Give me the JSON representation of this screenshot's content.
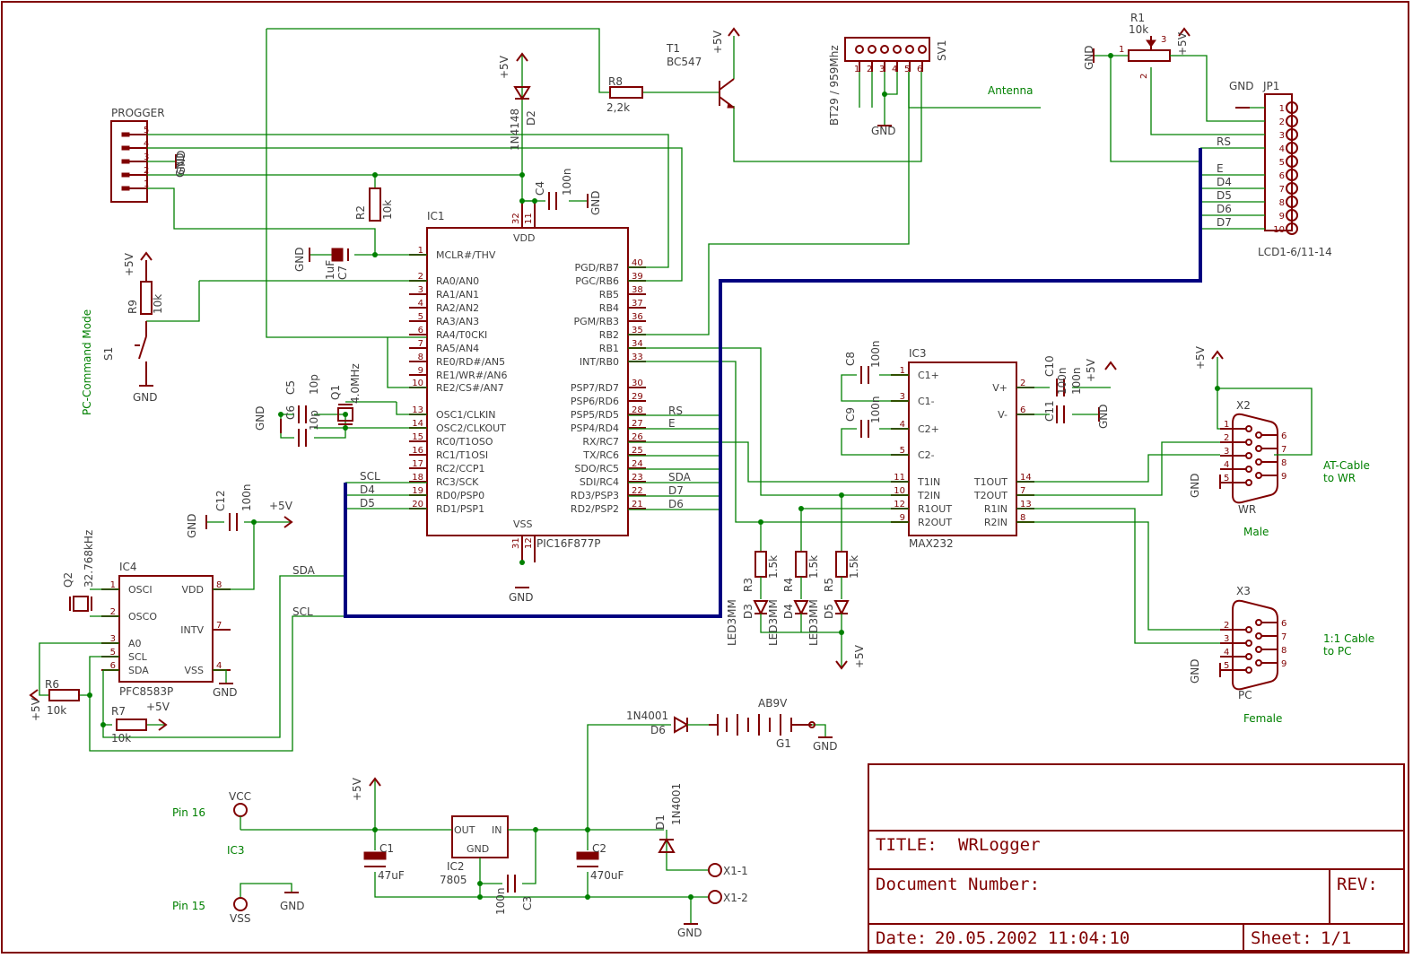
{
  "ic1": {
    "name": "IC1",
    "part": "PIC16F877P",
    "left_pins": [
      {
        "num": "1",
        "label": "MCLR#/THV"
      },
      {
        "num": "2",
        "label": "RA0/AN0"
      },
      {
        "num": "3",
        "label": "RA1/AN1"
      },
      {
        "num": "4",
        "label": "RA2/AN2"
      },
      {
        "num": "5",
        "label": "RA3/AN3"
      },
      {
        "num": "6",
        "label": "RA4/T0CKI"
      },
      {
        "num": "7",
        "label": "RA5/AN4"
      },
      {
        "num": "8",
        "label": "RE0/RD#/AN5"
      },
      {
        "num": "9",
        "label": "RE1/WR#/AN6"
      },
      {
        "num": "10",
        "label": "RE2/CS#/AN7"
      },
      {
        "num": "13",
        "label": "OSC1/CLKIN"
      },
      {
        "num": "14",
        "label": "OSC2/CLKOUT"
      },
      {
        "num": "15",
        "label": "RC0/T1OSO"
      },
      {
        "num": "16",
        "label": "RC1/T1OSI"
      },
      {
        "num": "17",
        "label": "RC2/CCP1"
      },
      {
        "num": "18",
        "label": "RC3/SCK"
      },
      {
        "num": "19",
        "label": "RD0/PSP0"
      },
      {
        "num": "20",
        "label": "RD1/PSP1"
      }
    ],
    "right_pins": [
      {
        "num": "40",
        "label": "PGD/RB7"
      },
      {
        "num": "39",
        "label": "PGC/RB6"
      },
      {
        "num": "38",
        "label": "RB5"
      },
      {
        "num": "37",
        "label": "RB4"
      },
      {
        "num": "36",
        "label": "PGM/RB3"
      },
      {
        "num": "35",
        "label": "RB2"
      },
      {
        "num": "34",
        "label": "RB1"
      },
      {
        "num": "33",
        "label": "INT/RB0"
      },
      {
        "num": "30",
        "label": "PSP7/RD7"
      },
      {
        "num": "29",
        "label": "PSP6/RD6"
      },
      {
        "num": "28",
        "label": "PSP5/RD5"
      },
      {
        "num": "27",
        "label": "PSP4/RD4"
      },
      {
        "num": "26",
        "label": "RX/RC7"
      },
      {
        "num": "25",
        "label": "TX/RC6"
      },
      {
        "num": "24",
        "label": "SDO/RC5"
      },
      {
        "num": "23",
        "label": "SDI/RC4"
      },
      {
        "num": "22",
        "label": "RD3/PSP3"
      },
      {
        "num": "21",
        "label": "RD2/PSP2"
      }
    ],
    "vdd": "VDD",
    "vss": "VSS",
    "vdd_pins": [
      "32",
      "11"
    ],
    "vss_pins": [
      "31",
      "12"
    ]
  },
  "ic3": {
    "name": "IC3",
    "part": "MAX232",
    "left_pins": [
      {
        "num": "1",
        "label": "C1+"
      },
      {
        "num": "3",
        "label": "C1-"
      },
      {
        "num": "4",
        "label": "C2+"
      },
      {
        "num": "5",
        "label": "C2-"
      },
      {
        "num": "11",
        "label": "T1IN"
      },
      {
        "num": "10",
        "label": "T2IN"
      },
      {
        "num": "12",
        "label": "R1OUT"
      },
      {
        "num": "9",
        "label": "R2OUT"
      }
    ],
    "right_pins": [
      {
        "num": "2",
        "label": "V+"
      },
      {
        "num": "6",
        "label": "V-"
      },
      {
        "num": "14",
        "label": "T1OUT"
      },
      {
        "num": "7",
        "label": "T2OUT"
      },
      {
        "num": "13",
        "label": "R1IN"
      },
      {
        "num": "8",
        "label": "R2IN"
      }
    ]
  },
  "ic4": {
    "name": "IC4",
    "part": "PFC8583P",
    "left_pins": [
      {
        "num": "1",
        "label": "OSCI"
      },
      {
        "num": "2",
        "label": "OSCO"
      },
      {
        "num": "3",
        "label": "A0"
      },
      {
        "num": "5",
        "label": "SCL"
      },
      {
        "num": "6",
        "label": "SDA"
      }
    ],
    "right_pins": [
      {
        "num": "8",
        "label": "VDD"
      },
      {
        "num": "7",
        "label": "INTV"
      },
      {
        "num": "4",
        "label": "VSS"
      }
    ]
  },
  "ic2": {
    "name": "IC2",
    "part": "7805",
    "out": "OUT",
    "in": "IN",
    "gnd": "GND"
  },
  "progger": {
    "name": "PROGGER",
    "pins": [
      "5",
      "4",
      "3",
      "2",
      "1"
    ],
    "gnd": "GND"
  },
  "jp1": {
    "name": "JP1",
    "footer": "LCD1-6/11-14",
    "pins": [
      "1",
      "2",
      "3",
      "4",
      "5",
      "6",
      "7",
      "8",
      "9",
      "10"
    ]
  },
  "sv1": {
    "name": "SV1",
    "side": "BT29 / 959Mhz",
    "pins": [
      "1",
      "2",
      "3",
      "4",
      "5",
      "6"
    ],
    "antenna": "Antenna"
  },
  "x2": {
    "name": "X2",
    "sub": "WR",
    "gender": "Male",
    "note1": "AT-Cable",
    "note2": "to WR",
    "pins_l": [
      "1",
      "2",
      "3",
      "4",
      "5"
    ],
    "pins_r": [
      "6",
      "7",
      "8",
      "9"
    ]
  },
  "x3": {
    "name": "X3",
    "sub": "PC",
    "gender": "Female",
    "note1": "1:1 Cable",
    "note2": "to PC",
    "pins_l": [
      "2",
      "3",
      "4",
      "5"
    ],
    "pins_r": [
      "6",
      "7",
      "8",
      "9"
    ]
  },
  "parts": {
    "r1": "R1",
    "r1v": "10k",
    "r2": "R2",
    "r2v": "10k",
    "r3": "R3",
    "r3v": "1.5k",
    "r4": "R4",
    "r4v": "1.5k",
    "r5": "R5",
    "r5v": "1.5k",
    "r6": "R6",
    "r6v": "10k",
    "r7": "R7",
    "r7v": "10k",
    "r8": "R8",
    "r8v": "2,2k",
    "r9": "R9",
    "r9v": "10k",
    "t1": "T1",
    "t1v": "BC547",
    "d2": "D2",
    "d2v": "1N4148",
    "d3": "D3",
    "d3v": "LED3MM",
    "d4": "D4",
    "d4v": "LED3MM",
    "d5": "D5",
    "d5v": "LED3MM",
    "d6": "D6",
    "d6v": "1N4001",
    "d1": "D1",
    "d1v": "1N4001",
    "c1": "C1",
    "c1v": "47uF",
    "c2": "C2",
    "c2v": "470uF",
    "c3": "C3",
    "c3v": "100n",
    "c4": "C4",
    "c4v": "100n",
    "c5": "C5",
    "c5v": "10p",
    "c6": "C6",
    "c6v": "10p",
    "c7": "C7",
    "c7v": "1uF",
    "c8": "C8",
    "c8v": "100n",
    "c9": "C9",
    "c9v": "100n",
    "c10": "C10",
    "c10v": "100n",
    "c11": "C11",
    "c11v": "100n",
    "c12": "C12",
    "c12v": "100n",
    "q1": "Q1",
    "q1v": "4.0MHz",
    "q2": "Q2",
    "q2v": "32.768kHz",
    "s1": "S1",
    "s1note": "PC-Command Mode",
    "g1": "G1",
    "g1v": "AB9V",
    "x1_1": "X1-1",
    "x1_2": "X1-2"
  },
  "nets": {
    "gnd": "GND",
    "p5v": "+5V",
    "vcc": "VCC",
    "vss": "VSS",
    "sck": "SCL",
    "sda": "SDA",
    "scl": "SCL",
    "d4": "D4",
    "d5": "D5",
    "d6": "D6",
    "d7": "D7",
    "rs": "RS",
    "e": "E"
  },
  "power_notes": {
    "pin16": "Pin 16",
    "ic3": "IC3",
    "pin15": "Pin 15"
  },
  "title_block": {
    "title_label": "TITLE:",
    "title": "WRLogger",
    "doc_label": "Document Number:",
    "rev_label": "REV:",
    "date_label": "Date:",
    "date": "20.05.2002 11:04:10",
    "sheet_label": "Sheet:",
    "sheet": "1/1"
  }
}
